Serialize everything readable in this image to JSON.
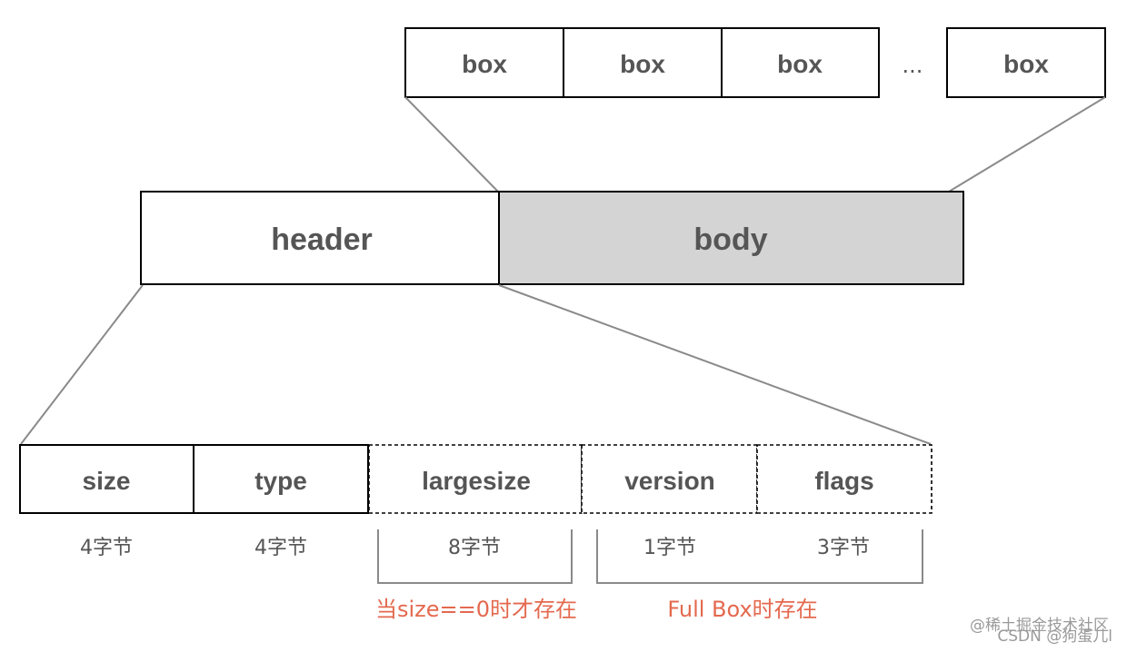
{
  "top_row": {
    "boxes": [
      "box",
      "box",
      "box",
      "box"
    ],
    "ellipsis": "..."
  },
  "container": {
    "header": "header",
    "body": "body"
  },
  "fields": {
    "size": "size",
    "type": "type",
    "largesize": "largesize",
    "version": "version",
    "flags": "flags"
  },
  "sizes": {
    "size": "4字节",
    "type": "4字节",
    "largesize": "8字节",
    "version": "1字节",
    "flags": "3字节"
  },
  "notes": {
    "largesize": "当size==0时才存在",
    "fullbox": "Full Box时存在"
  },
  "watermark": {
    "line1": "@稀土掘金技术社区",
    "line2": "CSDN @狗蛋儿l"
  },
  "colors": {
    "stroke": "#000000",
    "text": "#555555",
    "connector": "#8a8a8a",
    "body_fill": "#d4d4d4",
    "note": "#e4694f"
  }
}
